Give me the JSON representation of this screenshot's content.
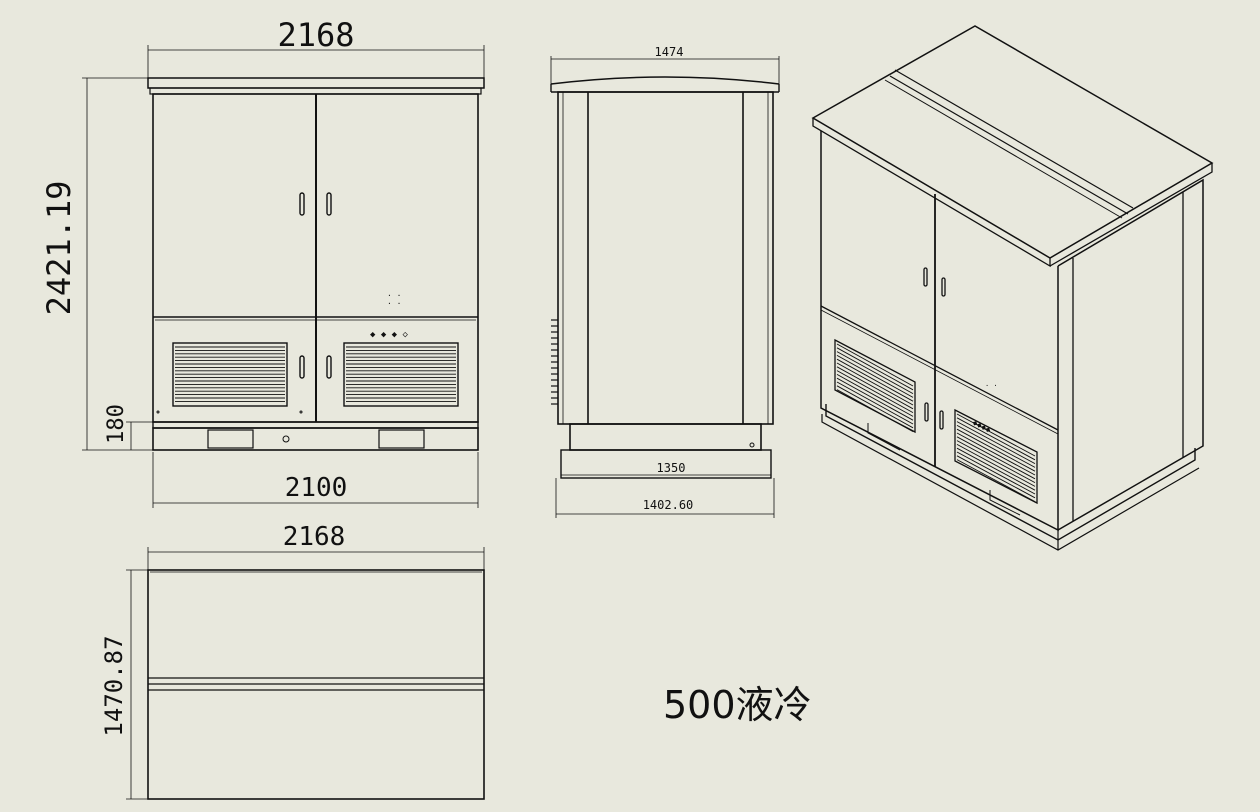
{
  "front_view": {
    "width_top": "2168",
    "height_total": "2421.19",
    "base_height": "180",
    "width_base": "2100"
  },
  "side_view": {
    "top_width": "1474",
    "base_inner_width": "1350",
    "base_outer_width": "1402.60"
  },
  "top_view": {
    "width": "2168",
    "depth": "1470.87"
  },
  "drawing_title": "500液冷",
  "colors": {
    "background": "#e8e8dd",
    "line": "#111111"
  }
}
